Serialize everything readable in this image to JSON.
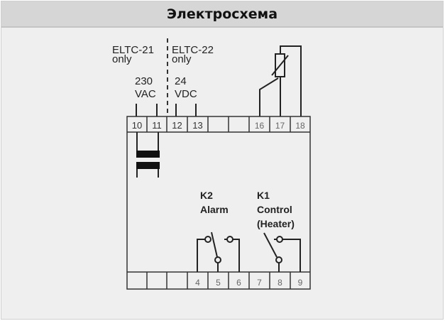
{
  "header": {
    "title": "Электросхема"
  },
  "diagram": {
    "model_21": {
      "name": "ELTC-21",
      "note": "only",
      "voltage": "230",
      "unit": "VAC"
    },
    "model_22": {
      "name": "ELTC-22",
      "note": "only",
      "voltage": "24",
      "unit": "VDC"
    },
    "top_terminals": [
      "10",
      "11",
      "12",
      "13",
      "",
      "",
      "16",
      "17",
      "18"
    ],
    "bottom_terminals": [
      "",
      "",
      "",
      "4",
      "5",
      "6",
      "7",
      "8",
      "9"
    ],
    "relay_k2": {
      "name": "K2",
      "function": "Alarm"
    },
    "relay_k1": {
      "name": "K1",
      "function": "Control",
      "detail": "(Heater)"
    }
  }
}
